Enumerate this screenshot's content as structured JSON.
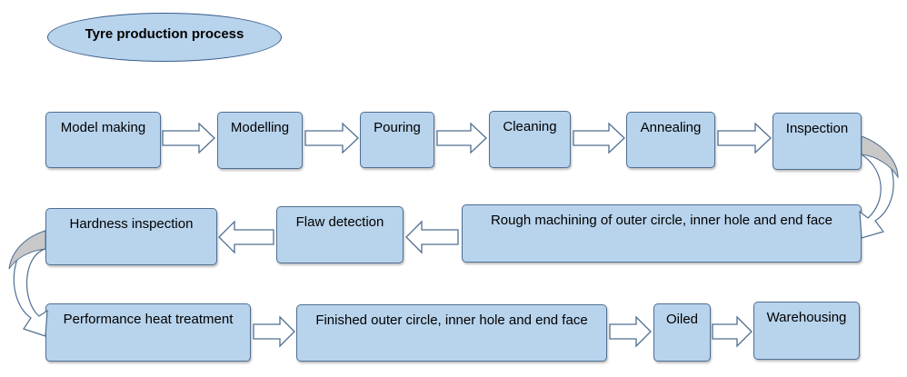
{
  "title": "Tyre production process",
  "steps": {
    "model_making": "Model making",
    "modelling": "Modelling",
    "pouring": "Pouring",
    "cleaning": "Cleaning",
    "annealing": "Annealing",
    "inspection": "Inspection",
    "rough_machining": "Rough machining of outer circle, inner hole and end face",
    "flaw_detection": "Flaw detection",
    "hardness_inspection": "Hardness inspection",
    "performance_heat_treatment": "Performance heat treatment",
    "finished_outer_circle": "Finished outer circle, inner hole and end face",
    "oiled": "Oiled",
    "warehousing": "Warehousing"
  },
  "colors": {
    "box_fill": "#b8d3ec",
    "box_border": "#4f6f92",
    "arrow_stroke": "#4f6f92",
    "connector_fill": "#c8c8c8"
  }
}
